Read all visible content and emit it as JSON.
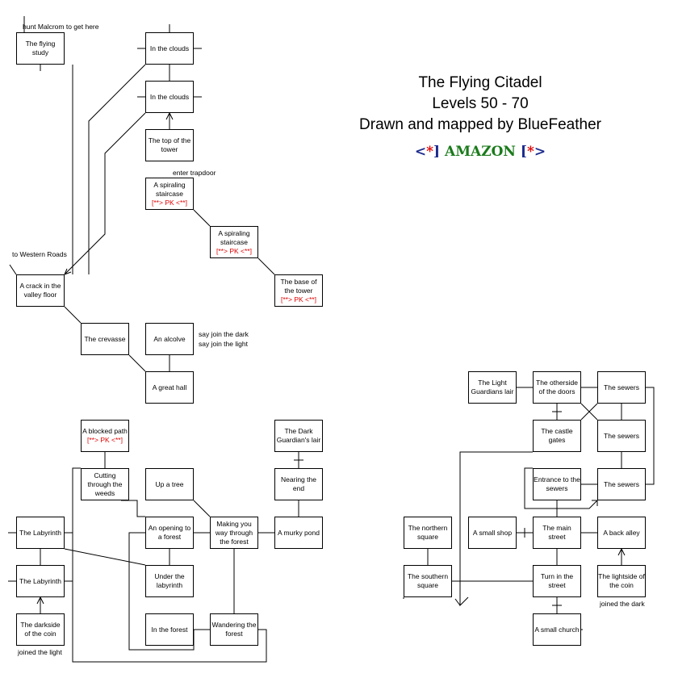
{
  "title": {
    "line1": "The Flying Citadel",
    "line2": "Levels 50 - 70",
    "line3": "Drawn and mapped by BlueFeather"
  },
  "logo": {
    "open_bracket": "<",
    "open_star": "*",
    "open_close": "]",
    "name": "AMAZON",
    "close_open": "[",
    "close_star": "*",
    "close_bracket": ">",
    "colors": {
      "bracket": "#1c2a8c",
      "star": "#e00000",
      "name": "#1a7a1a"
    }
  },
  "rooms": {
    "flying_study": "The flying study",
    "clouds_top": "In the clouds",
    "clouds_mid": "In the clouds",
    "top_of_tower": "The top of the tower",
    "spiral1": "A spiraling staircase",
    "spiral1_pk": "[**> PK <**]",
    "spiral2": "A spiraling staircase",
    "spiral2_pk": "[**> PK <**]",
    "base_tower": "The base of the tower",
    "base_tower_pk": "[**> PK <**]",
    "crack": "A crack in the valley floor",
    "crevasse": "The crevasse",
    "alcolve": "An alcolve",
    "great_hall": "A great hall",
    "blocked_path": "A blocked path",
    "blocked_path_pk": "[**> PK <**]",
    "cutting": "Cutting through the weeds",
    "up_tree": "Up a tree",
    "dark_lair": "The Dark Guardian's lair",
    "nearing_end": "Nearing the end",
    "labyrinth1": "The Labyrinth",
    "opening_forest": "An opening to a forest",
    "making_way": "Making you way through the forest",
    "murky_pond": "A murky pond",
    "labyrinth2": "The Labyrinth",
    "under_labyrinth": "Under the labyrinth",
    "darkside": "The darkside of the coin",
    "in_forest": "In the forest",
    "wandering": "Wandering the forest",
    "light_lair": "The Light Guardians lair",
    "otherside": "The otherside of the doors",
    "sewers1": "The sewers",
    "castle_gates": "The castle gates",
    "sewers2": "The sewers",
    "entrance_sewers": "Entrance to the sewers",
    "sewers3": "The sewers",
    "northern_square": "The northern square",
    "small_shop": "A small shop",
    "main_street": "The main street",
    "back_alley": "A back alley",
    "southern_square": "The southern square",
    "turn_street": "Turn in the street",
    "lightside": "The lightside of the coin",
    "small_church": "A small church"
  },
  "notes": {
    "hunt": "hunt Malcrom to get here",
    "western": "to Western Roads",
    "trapdoor": "enter trapdoor",
    "say_dark": "say join the dark",
    "say_light": "say join the light",
    "joined_light": "joined the light",
    "joined_dark": "joined the dark"
  }
}
